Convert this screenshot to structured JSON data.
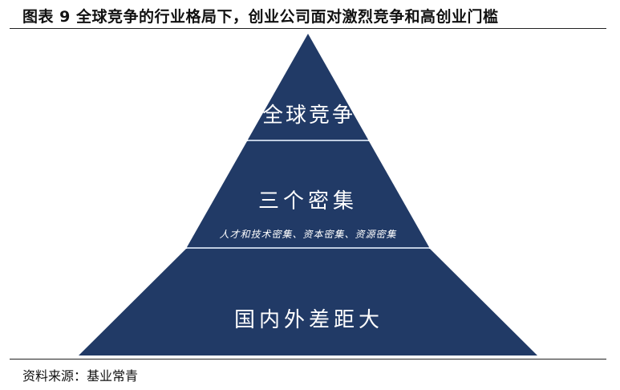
{
  "header": {
    "title": "图表 9 全球竞争的行业格局下，创业公司面对激烈竞争和高创业门槛"
  },
  "diagram": {
    "type": "pyramid",
    "fill_color": "#213a66",
    "separator_color": "#a9bcd6",
    "tiers": [
      {
        "label": "全球竞争",
        "sublabel": ""
      },
      {
        "label": "三个密集",
        "sublabel": "人才和技术密集、资本密集、资源密集"
      },
      {
        "label": "国内外差距大",
        "sublabel": ""
      }
    ]
  },
  "footer": {
    "source": "资料来源：基业常青"
  }
}
